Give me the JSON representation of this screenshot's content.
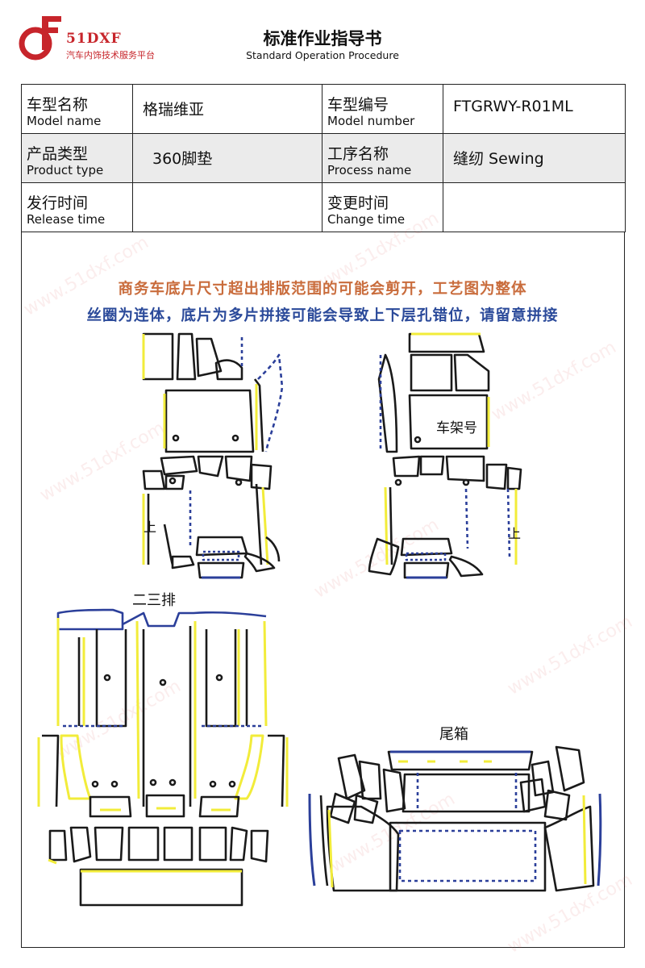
{
  "header": {
    "brand_name": "51DXF",
    "brand_subtitle": "汽车内饰技术服务平台",
    "title": "标准作业指导书",
    "subtitle": "Standard Operation Procedure"
  },
  "info_table": {
    "model_name_zh": "车型名称",
    "model_name_en": "Model name",
    "model_name_value": "格瑞维亚",
    "model_number_zh": "车型编号",
    "model_number_en": "Model number",
    "model_number_value": "FTGRWY-R01ML",
    "product_type_zh": "产品类型",
    "product_type_en": "Product type",
    "product_type_value": "360脚垫",
    "process_name_zh": "工序名称",
    "process_name_en": "Process name",
    "process_name_value": "缝纫 Sewing",
    "release_time_zh": "发行时间",
    "release_time_en": "Release time",
    "release_time_value": "",
    "change_time_zh": "变更时间",
    "change_time_en": "Change time",
    "change_time_value": ""
  },
  "notes": {
    "line1": "商务车底片尺寸超出排版范围的可能会剪开，工艺图为整体",
    "line2": "丝圈为连体，底片为多片拼接可能会导致上下层孔错位，请留意拼接"
  },
  "diagram": {
    "label_frame_number": "车架号",
    "label_top_left": "上",
    "label_top_right": "上",
    "label_second_third_row": "二三排",
    "label_trunk": "尾箱",
    "colors": {
      "outline": "#1a1a1a",
      "yellow": "#f2ec3a",
      "blue": "#2b3f9a"
    }
  },
  "watermark": "www.51dxf.com"
}
